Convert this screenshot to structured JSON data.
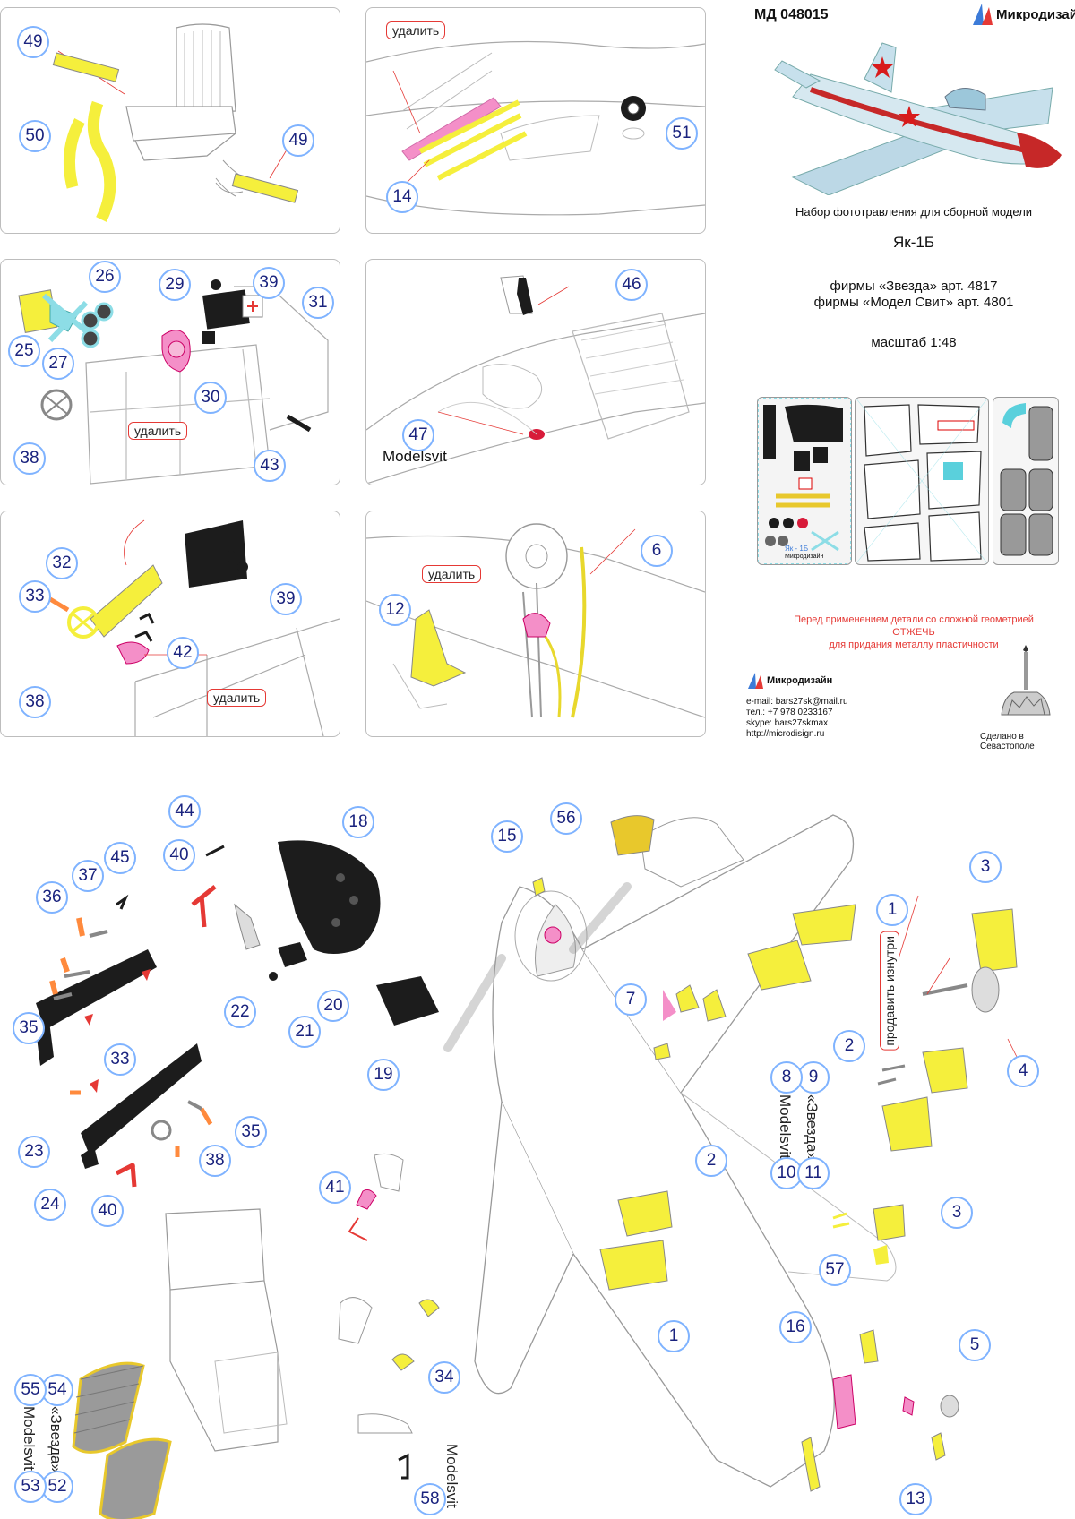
{
  "header": {
    "code": "МД 048015",
    "brand": "Микродизайн"
  },
  "info": {
    "subtitle": "Набор фототравления для сборной модели",
    "model": "Як-1Б",
    "kit1": "фирмы «Звезда» арт. 4817",
    "kit2": "фирмы «Модел Свит» арт. 4801",
    "scale": "масштаб 1:48",
    "warn1": "Перед применением детали со сложной геометрией",
    "warn2": "ОТЖЕЧЬ",
    "warn3": "для придания металлу пластичности",
    "email": "e-mail: bars27sk@mail.ru",
    "phone": "тел.: +7 978 0233167",
    "skype": "skype: bars27skmax",
    "url": "http://microdisign.ru",
    "made": "Сделано в Севастополе",
    "fret_text": "Як - 1Б",
    "fret_brand": "Микродизайн"
  },
  "labels": {
    "remove": "удалить",
    "modelsvit": "Modelsvit",
    "zvezda": "«Звезда»",
    "prodavit": "продавить изнутри"
  },
  "panels": {
    "p1": [
      "49",
      "50",
      "49"
    ],
    "p2": [
      "51",
      "14"
    ],
    "p3": [
      "26",
      "29",
      "39",
      "31",
      "25",
      "27",
      "30",
      "38",
      "43"
    ],
    "p4": [
      "46",
      "47"
    ],
    "p5": [
      "32",
      "33",
      "39",
      "42",
      "38"
    ],
    "p6": [
      "6",
      "12"
    ]
  },
  "lower": {
    "left": [
      "44",
      "18",
      "45",
      "40",
      "37",
      "36",
      "22",
      "20",
      "21",
      "19",
      "35",
      "33",
      "23",
      "35",
      "24",
      "38",
      "40",
      "41",
      "34",
      "58",
      "54",
      "52",
      "55",
      "53"
    ],
    "right": [
      "56",
      "15",
      "3",
      "1",
      "7",
      "2",
      "4",
      "9",
      "8",
      "2",
      "10",
      "11",
      "3",
      "57",
      "1",
      "16",
      "5",
      "13"
    ]
  },
  "colors": {
    "callout_border": "#7fb3ff",
    "callout_text": "#1a237e",
    "part_yellow": "#f5ef3c",
    "part_pink": "#f48fc8",
    "remove_border": "#e53935",
    "warn_red": "#e53935",
    "part_black": "#1c1c1c"
  }
}
